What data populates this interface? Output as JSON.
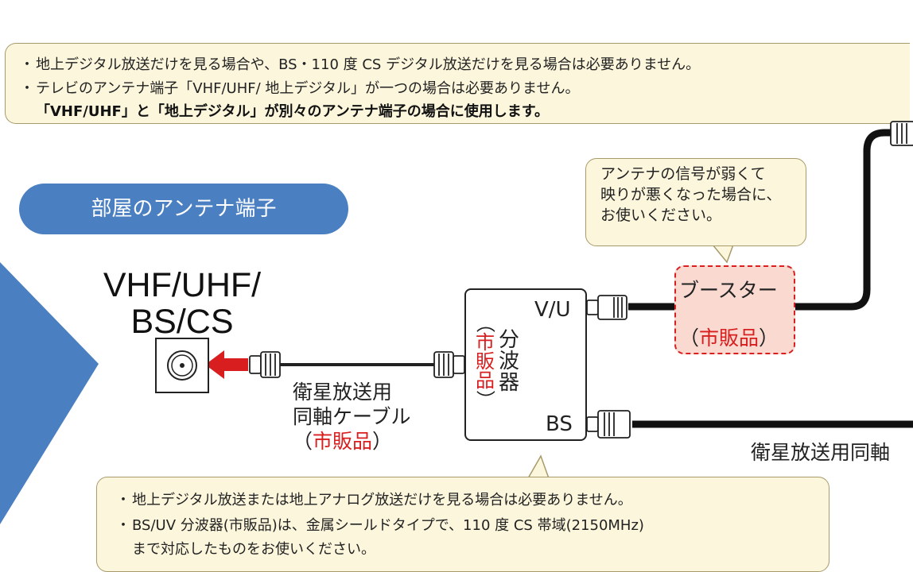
{
  "top_note": {
    "line1": "地上デジタル放送だけを見る場合や、BS・110 度 CS デジタル放送だけを見る場合は必要ありません。",
    "line2": "テレビのアンテナ端子「VHF/UHF/ 地上デジタル」が一つの場合は必要ありません。",
    "line3": "「VHF/UHF」と「地上デジタル」が別々のアンテナ端子の場合に使用します。",
    "bullet": "・"
  },
  "room_terminal": {
    "pill_label": "部屋のアンテナ端子",
    "terminal_line1": "VHF/UHF/",
    "terminal_line2": "BS/CS"
  },
  "cable_left": {
    "line1": "衛星放送用",
    "line2": "同軸ケーブル",
    "paren_open": "（",
    "commercial": "市販品",
    "paren_close": "）"
  },
  "splitter": {
    "port_vu": "V/U",
    "port_bs": "BS",
    "name": [
      "分",
      "波",
      "器"
    ],
    "commercial": [
      "（",
      "市",
      "販",
      "品",
      "）"
    ]
  },
  "booster_bubble": {
    "line1": "アンテナの信号が弱くて",
    "line2": "映りが悪くなった場合に、",
    "line3": "お使いください。"
  },
  "booster": {
    "label": "ブースター",
    "paren_open": "（",
    "commercial": "市販品",
    "paren_close": "）"
  },
  "cable_right_label": "衛星放送用同軸",
  "bottom_note": {
    "line1": "地上デジタル放送または地上アナログ放送だけを見る場合は必要ありません。",
    "line2": "BS/UV 分波器(市販品)は、金属シールドタイプで、110 度 CS 帯域(2150MHz)",
    "line3": "まで対応したものをお使いください。",
    "bullet": "・"
  },
  "colors": {
    "pill_blue": "#4a7fc1",
    "big_arrow_blue": "#4a7fc1",
    "note_bg": "#fcf6dc",
    "accent_red": "#d81e1e",
    "booster_bg": "#f9d9d0"
  }
}
